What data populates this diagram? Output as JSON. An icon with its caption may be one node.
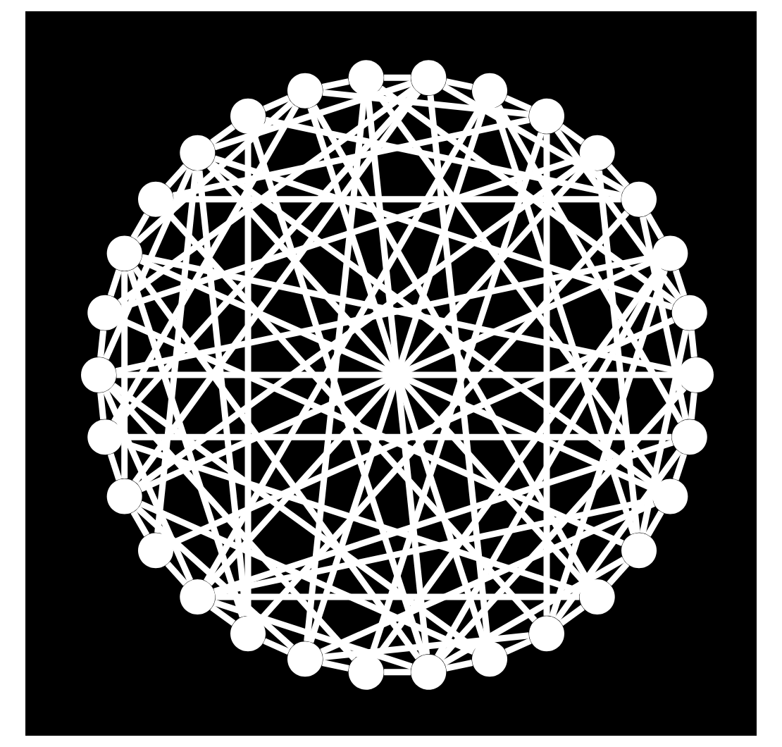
{
  "diagram": {
    "nodes": [
      {
        "text": [],
        "shape": "circle"
      },
      {
        "text": [],
        "shape": "circle"
      },
      {
        "text": [],
        "shape": "circle"
      },
      {
        "text": [],
        "shape": "circle"
      },
      {
        "text": [],
        "shape": "circle"
      },
      {
        "text": [],
        "shape": "circle"
      },
      {
        "text": [],
        "shape": "circle"
      },
      {
        "text": [],
        "shape": "circle"
      },
      {
        "text": [],
        "shape": "circle"
      },
      {
        "text": [],
        "shape": "circle"
      },
      {
        "text": [],
        "shape": "circle"
      },
      {
        "text": [],
        "shape": "circle"
      },
      {
        "text": [],
        "shape": "circle"
      },
      {
        "text": [],
        "shape": "circle"
      },
      {
        "text": [],
        "shape": "circle"
      },
      {
        "text": [],
        "shape": "circle"
      },
      {
        "text": [],
        "shape": "circle"
      },
      {
        "text": [],
        "shape": "circle"
      },
      {
        "text": [],
        "shape": "circle"
      },
      {
        "text": [],
        "shape": "circle"
      },
      {
        "text": [],
        "shape": "circle"
      },
      {
        "text": [],
        "shape": "circle"
      },
      {
        "text": [],
        "shape": "circle"
      },
      {
        "text": [],
        "shape": "circle"
      },
      {
        "text": [],
        "shape": "circle"
      },
      {
        "text": [],
        "shape": "circle"
      },
      {
        "text": [],
        "shape": "circle"
      },
      {
        "text": [],
        "shape": "circle"
      },
      {
        "text": [],
        "shape": "circle"
      },
      {
        "text": [],
        "shape": "circle"
      }
    ],
    "edges": [
      {
        "from": 0,
        "to": 1,
        "arrow": "none"
      },
      {
        "from": 1,
        "to": 2,
        "arrow": "none"
      },
      {
        "from": 2,
        "to": 3,
        "arrow": "none"
      },
      {
        "from": 3,
        "to": 4,
        "arrow": "none"
      },
      {
        "from": 4,
        "to": 5,
        "arrow": "none"
      },
      {
        "from": 5,
        "to": 6,
        "arrow": "none"
      },
      {
        "from": 6,
        "to": 7,
        "arrow": "none"
      },
      {
        "from": 7,
        "to": 8,
        "arrow": "none"
      },
      {
        "from": 8,
        "to": 9,
        "arrow": "none"
      },
      {
        "from": 9,
        "to": 10,
        "arrow": "none"
      },
      {
        "from": 10,
        "to": 11,
        "arrow": "none"
      },
      {
        "from": 11,
        "to": 12,
        "arrow": "none"
      },
      {
        "from": 12,
        "to": 13,
        "arrow": "none"
      },
      {
        "from": 13,
        "to": 14,
        "arrow": "none"
      },
      {
        "from": 14,
        "to": 15,
        "arrow": "none"
      },
      {
        "from": 15,
        "to": 16,
        "arrow": "none"
      },
      {
        "from": 16,
        "to": 17,
        "arrow": "none"
      },
      {
        "from": 17,
        "to": 18,
        "arrow": "none"
      },
      {
        "from": 18,
        "to": 19,
        "arrow": "none"
      },
      {
        "from": 19,
        "to": 20,
        "arrow": "none"
      },
      {
        "from": 20,
        "to": 21,
        "arrow": "none"
      },
      {
        "from": 21,
        "to": 22,
        "arrow": "none"
      },
      {
        "from": 22,
        "to": 23,
        "arrow": "none"
      },
      {
        "from": 23,
        "to": 24,
        "arrow": "none"
      },
      {
        "from": 24,
        "to": 25,
        "arrow": "none"
      },
      {
        "from": 25,
        "to": 26,
        "arrow": "none"
      },
      {
        "from": 26,
        "to": 27,
        "arrow": "none"
      },
      {
        "from": 27,
        "to": 28,
        "arrow": "none"
      },
      {
        "from": 28,
        "to": 29,
        "arrow": "none"
      },
      {
        "from": 29,
        "to": 0,
        "arrow": "none"
      },
      {
        "from": 0,
        "to": 7,
        "arrow": "none"
      },
      {
        "from": 2,
        "to": 9,
        "arrow": "none"
      },
      {
        "from": 4,
        "to": 11,
        "arrow": "none"
      },
      {
        "from": 6,
        "to": 13,
        "arrow": "none"
      },
      {
        "from": 8,
        "to": 15,
        "arrow": "none"
      },
      {
        "from": 10,
        "to": 17,
        "arrow": "none"
      },
      {
        "from": 12,
        "to": 19,
        "arrow": "none"
      },
      {
        "from": 14,
        "to": 21,
        "arrow": "none"
      },
      {
        "from": 16,
        "to": 23,
        "arrow": "none"
      },
      {
        "from": 18,
        "to": 25,
        "arrow": "none"
      },
      {
        "from": 20,
        "to": 27,
        "arrow": "none"
      },
      {
        "from": 22,
        "to": 29,
        "arrow": "none"
      },
      {
        "from": 24,
        "to": 1,
        "arrow": "none"
      },
      {
        "from": 26,
        "to": 3,
        "arrow": "none"
      },
      {
        "from": 28,
        "to": 5,
        "arrow": "none"
      },
      {
        "from": 1,
        "to": 14,
        "arrow": "none"
      },
      {
        "from": 3,
        "to": 16,
        "arrow": "none"
      },
      {
        "from": 5,
        "to": 18,
        "arrow": "none"
      },
      {
        "from": 7,
        "to": 20,
        "arrow": "none"
      },
      {
        "from": 9,
        "to": 22,
        "arrow": "none"
      },
      {
        "from": 11,
        "to": 24,
        "arrow": "none"
      },
      {
        "from": 13,
        "to": 26,
        "arrow": "none"
      },
      {
        "from": 15,
        "to": 28,
        "arrow": "none"
      },
      {
        "from": 17,
        "to": 0,
        "arrow": "none"
      },
      {
        "from": 19,
        "to": 2,
        "arrow": "none"
      },
      {
        "from": 21,
        "to": 4,
        "arrow": "none"
      },
      {
        "from": 23,
        "to": 6,
        "arrow": "none"
      },
      {
        "from": 25,
        "to": 8,
        "arrow": "none"
      },
      {
        "from": 27,
        "to": 10,
        "arrow": "none"
      },
      {
        "from": 29,
        "to": 12,
        "arrow": "none"
      },
      {
        "from": 0,
        "to": 10,
        "arrow": "none"
      },
      {
        "from": 3,
        "to": 13,
        "arrow": "none"
      },
      {
        "from": 6,
        "to": 16,
        "arrow": "none"
      },
      {
        "from": 9,
        "to": 19,
        "arrow": "none"
      },
      {
        "from": 12,
        "to": 22,
        "arrow": "none"
      },
      {
        "from": 15,
        "to": 25,
        "arrow": "none"
      },
      {
        "from": 18,
        "to": 28,
        "arrow": "none"
      },
      {
        "from": 21,
        "to": 1,
        "arrow": "none"
      },
      {
        "from": 24,
        "to": 4,
        "arrow": "none"
      },
      {
        "from": 27,
        "to": 7,
        "arrow": "none"
      },
      {
        "from": 1,
        "to": 5,
        "arrow": "none"
      },
      {
        "from": 3,
        "to": 7,
        "arrow": "none"
      },
      {
        "from": 5,
        "to": 9,
        "arrow": "none"
      },
      {
        "from": 7,
        "to": 11,
        "arrow": "none"
      },
      {
        "from": 9,
        "to": 13,
        "arrow": "none"
      },
      {
        "from": 11,
        "to": 15,
        "arrow": "none"
      },
      {
        "from": 13,
        "to": 17,
        "arrow": "none"
      },
      {
        "from": 15,
        "to": 19,
        "arrow": "none"
      },
      {
        "from": 17,
        "to": 21,
        "arrow": "none"
      },
      {
        "from": 19,
        "to": 23,
        "arrow": "none"
      },
      {
        "from": 21,
        "to": 25,
        "arrow": "none"
      },
      {
        "from": 23,
        "to": 27,
        "arrow": "none"
      },
      {
        "from": 25,
        "to": 29,
        "arrow": "none"
      },
      {
        "from": 27,
        "to": 1,
        "arrow": "none"
      },
      {
        "from": 29,
        "to": 3,
        "arrow": "none"
      },
      {
        "from": 0,
        "to": 15,
        "arrow": "none"
      },
      {
        "from": 2,
        "to": 17,
        "arrow": "none"
      },
      {
        "from": 4,
        "to": 19,
        "arrow": "none"
      },
      {
        "from": 6,
        "to": 21,
        "arrow": "none"
      },
      {
        "from": 8,
        "to": 23,
        "arrow": "none"
      },
      {
        "from": 10,
        "to": 25,
        "arrow": "none"
      },
      {
        "from": 12,
        "to": 27,
        "arrow": "none"
      },
      {
        "from": 14,
        "to": 29,
        "arrow": "none"
      },
      {
        "from": 2,
        "to": 11,
        "arrow": "none"
      },
      {
        "from": 6,
        "to": 15,
        "arrow": "none"
      },
      {
        "from": 10,
        "to": 19,
        "arrow": "none"
      },
      {
        "from": 14,
        "to": 23,
        "arrow": "none"
      },
      {
        "from": 18,
        "to": 27,
        "arrow": "none"
      },
      {
        "from": 22,
        "to": 1,
        "arrow": "none"
      },
      {
        "from": 26,
        "to": 5,
        "arrow": "none"
      }
    ]
  }
}
